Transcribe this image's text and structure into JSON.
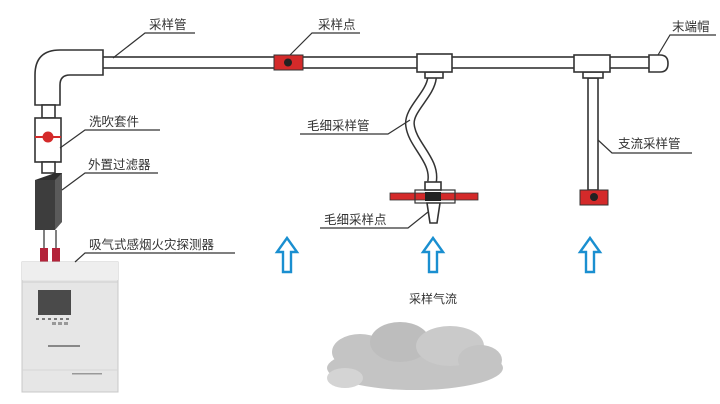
{
  "labels": {
    "sampling_pipe": "采样管",
    "sampling_point": "采样点",
    "end_cap": "末端帽",
    "purge_kit": "洗吹套件",
    "external_filter": "外置过滤器",
    "detector": "吸气式感烟火灾探测器",
    "capillary_pipe": "毛细采样管",
    "branch_pipe": "支流采样管",
    "capillary_point": "毛细采样点",
    "airflow": "采样气流"
  },
  "colors": {
    "sampling_point": "#d42a2a",
    "arrow": "#1a8fd0",
    "filter": "#3a3a3a",
    "smoke": "#b8b8b8"
  }
}
